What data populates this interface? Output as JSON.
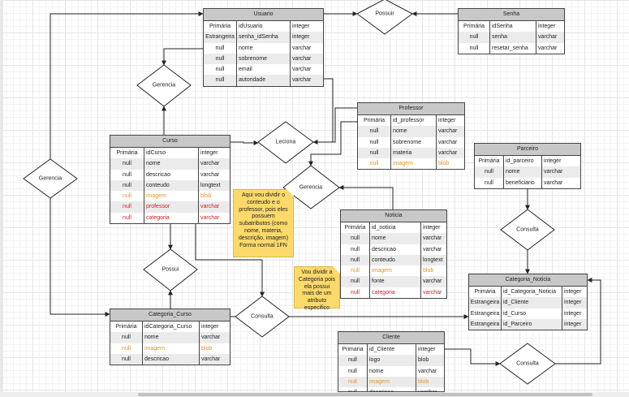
{
  "tables": {
    "usuario": {
      "title": "Usuario",
      "rows": [
        [
          "Primária",
          "idUsuario",
          "integer",
          ""
        ],
        [
          "Estrangeira",
          "senha_idSenha",
          "integer",
          ""
        ],
        [
          "null",
          "nome",
          "varchar",
          ""
        ],
        [
          "null",
          "sobrenome",
          "varchar",
          ""
        ],
        [
          "null",
          "email",
          "varchar",
          ""
        ],
        [
          "null",
          "autoridade",
          "varchar",
          ""
        ]
      ]
    },
    "senha": {
      "title": "Senha",
      "rows": [
        [
          "Primária",
          "idSenha",
          "integer",
          ""
        ],
        [
          "null",
          "senha",
          "varchar",
          ""
        ],
        [
          "null",
          "resetar_senha",
          "varchar",
          ""
        ]
      ]
    },
    "professor": {
      "title": "Professor",
      "rows": [
        [
          "Primária",
          "id_professor",
          "integer",
          ""
        ],
        [
          "null",
          "nome",
          "varchar",
          ""
        ],
        [
          "null",
          "sobrenome",
          "varchar",
          ""
        ],
        [
          "null",
          "materia",
          "varchar",
          ""
        ],
        [
          "null",
          "imagem",
          "blob",
          "orange"
        ]
      ]
    },
    "parceiro": {
      "title": "Parceiro",
      "rows": [
        [
          "Primária",
          "id_parceiro",
          "integer",
          ""
        ],
        [
          "null",
          "nome",
          "varchar",
          ""
        ],
        [
          "null",
          "beneficiario",
          "varchar",
          ""
        ]
      ]
    },
    "curso": {
      "title": "Curso",
      "rows": [
        [
          "Primária",
          "idCurso",
          "integer",
          ""
        ],
        [
          "null",
          "nome",
          "varchar",
          ""
        ],
        [
          "null",
          "descricao",
          "varchar",
          ""
        ],
        [
          "null",
          "conteudo",
          "longtext",
          ""
        ],
        [
          "null",
          "imagem",
          "blob",
          "orange"
        ],
        [
          "null",
          "professor",
          "varchar",
          "red"
        ],
        [
          "null",
          "categoria",
          "varchar",
          "red"
        ]
      ]
    },
    "noticia": {
      "title": "Noticia",
      "rows": [
        [
          "Primária",
          "id_noticia",
          "integer",
          ""
        ],
        [
          "null",
          "nome",
          "varchar",
          ""
        ],
        [
          "null",
          "descricao",
          "varchar",
          ""
        ],
        [
          "null",
          "conteudo",
          "longtext",
          ""
        ],
        [
          "null",
          "imagem",
          "blob",
          "orange"
        ],
        [
          "null",
          "fonte",
          "varchar",
          ""
        ],
        [
          "null",
          "categoria",
          "varchar",
          "red"
        ]
      ]
    },
    "categoria_noticia": {
      "title": "Categoria_Noticia",
      "rows": [
        [
          "Primária",
          "id_Categoria_Noticia",
          "integer",
          ""
        ],
        [
          "Estrangeira",
          "id_Cliente",
          "integer",
          ""
        ],
        [
          "Estrangeira",
          "id_Curso",
          "integer",
          ""
        ],
        [
          "Estrangeira",
          "id_Parceiro",
          "integer",
          ""
        ]
      ]
    },
    "categoria_curso": {
      "title": "Categoria_Curso",
      "rows": [
        [
          "Primária",
          "idCategoria_Curso",
          "integer",
          ""
        ],
        [
          "null",
          "nome",
          "varchar",
          ""
        ],
        [
          "null",
          "imagem",
          "blob",
          "orange"
        ],
        [
          "null",
          "descricao",
          "varchar",
          ""
        ]
      ]
    },
    "cliente": {
      "title": "Cliente",
      "rows": [
        [
          "Primaria",
          "id_Cliente",
          "integer",
          ""
        ],
        [
          "null",
          "logo",
          "blob",
          ""
        ],
        [
          "null",
          "nome",
          "varchar",
          ""
        ],
        [
          "null",
          "imagem",
          "blob",
          "orange"
        ],
        [
          "null",
          "descricao",
          "varchar",
          ""
        ]
      ]
    }
  },
  "relations": {
    "possui_top": "Possuir",
    "gerencia_top": "Gerencia",
    "gerencia_left": "Gerencia",
    "leciona": "Leciona",
    "gerencia_mid": "Gerencia",
    "possui_mid": "Possui",
    "consulta_mid": "Consulta",
    "consulta_right": "Consulta",
    "consulta_bottom": "Consulta"
  },
  "notes": {
    "note1": "Aqui vou dividir o conteudo e o professor, pois eles possuem subatributos (como nome, materia, descrição, imagem) Forma normal 1FN",
    "note2": "Vou dividir a Categoria pois ela possui mais de um atributo especifico"
  }
}
